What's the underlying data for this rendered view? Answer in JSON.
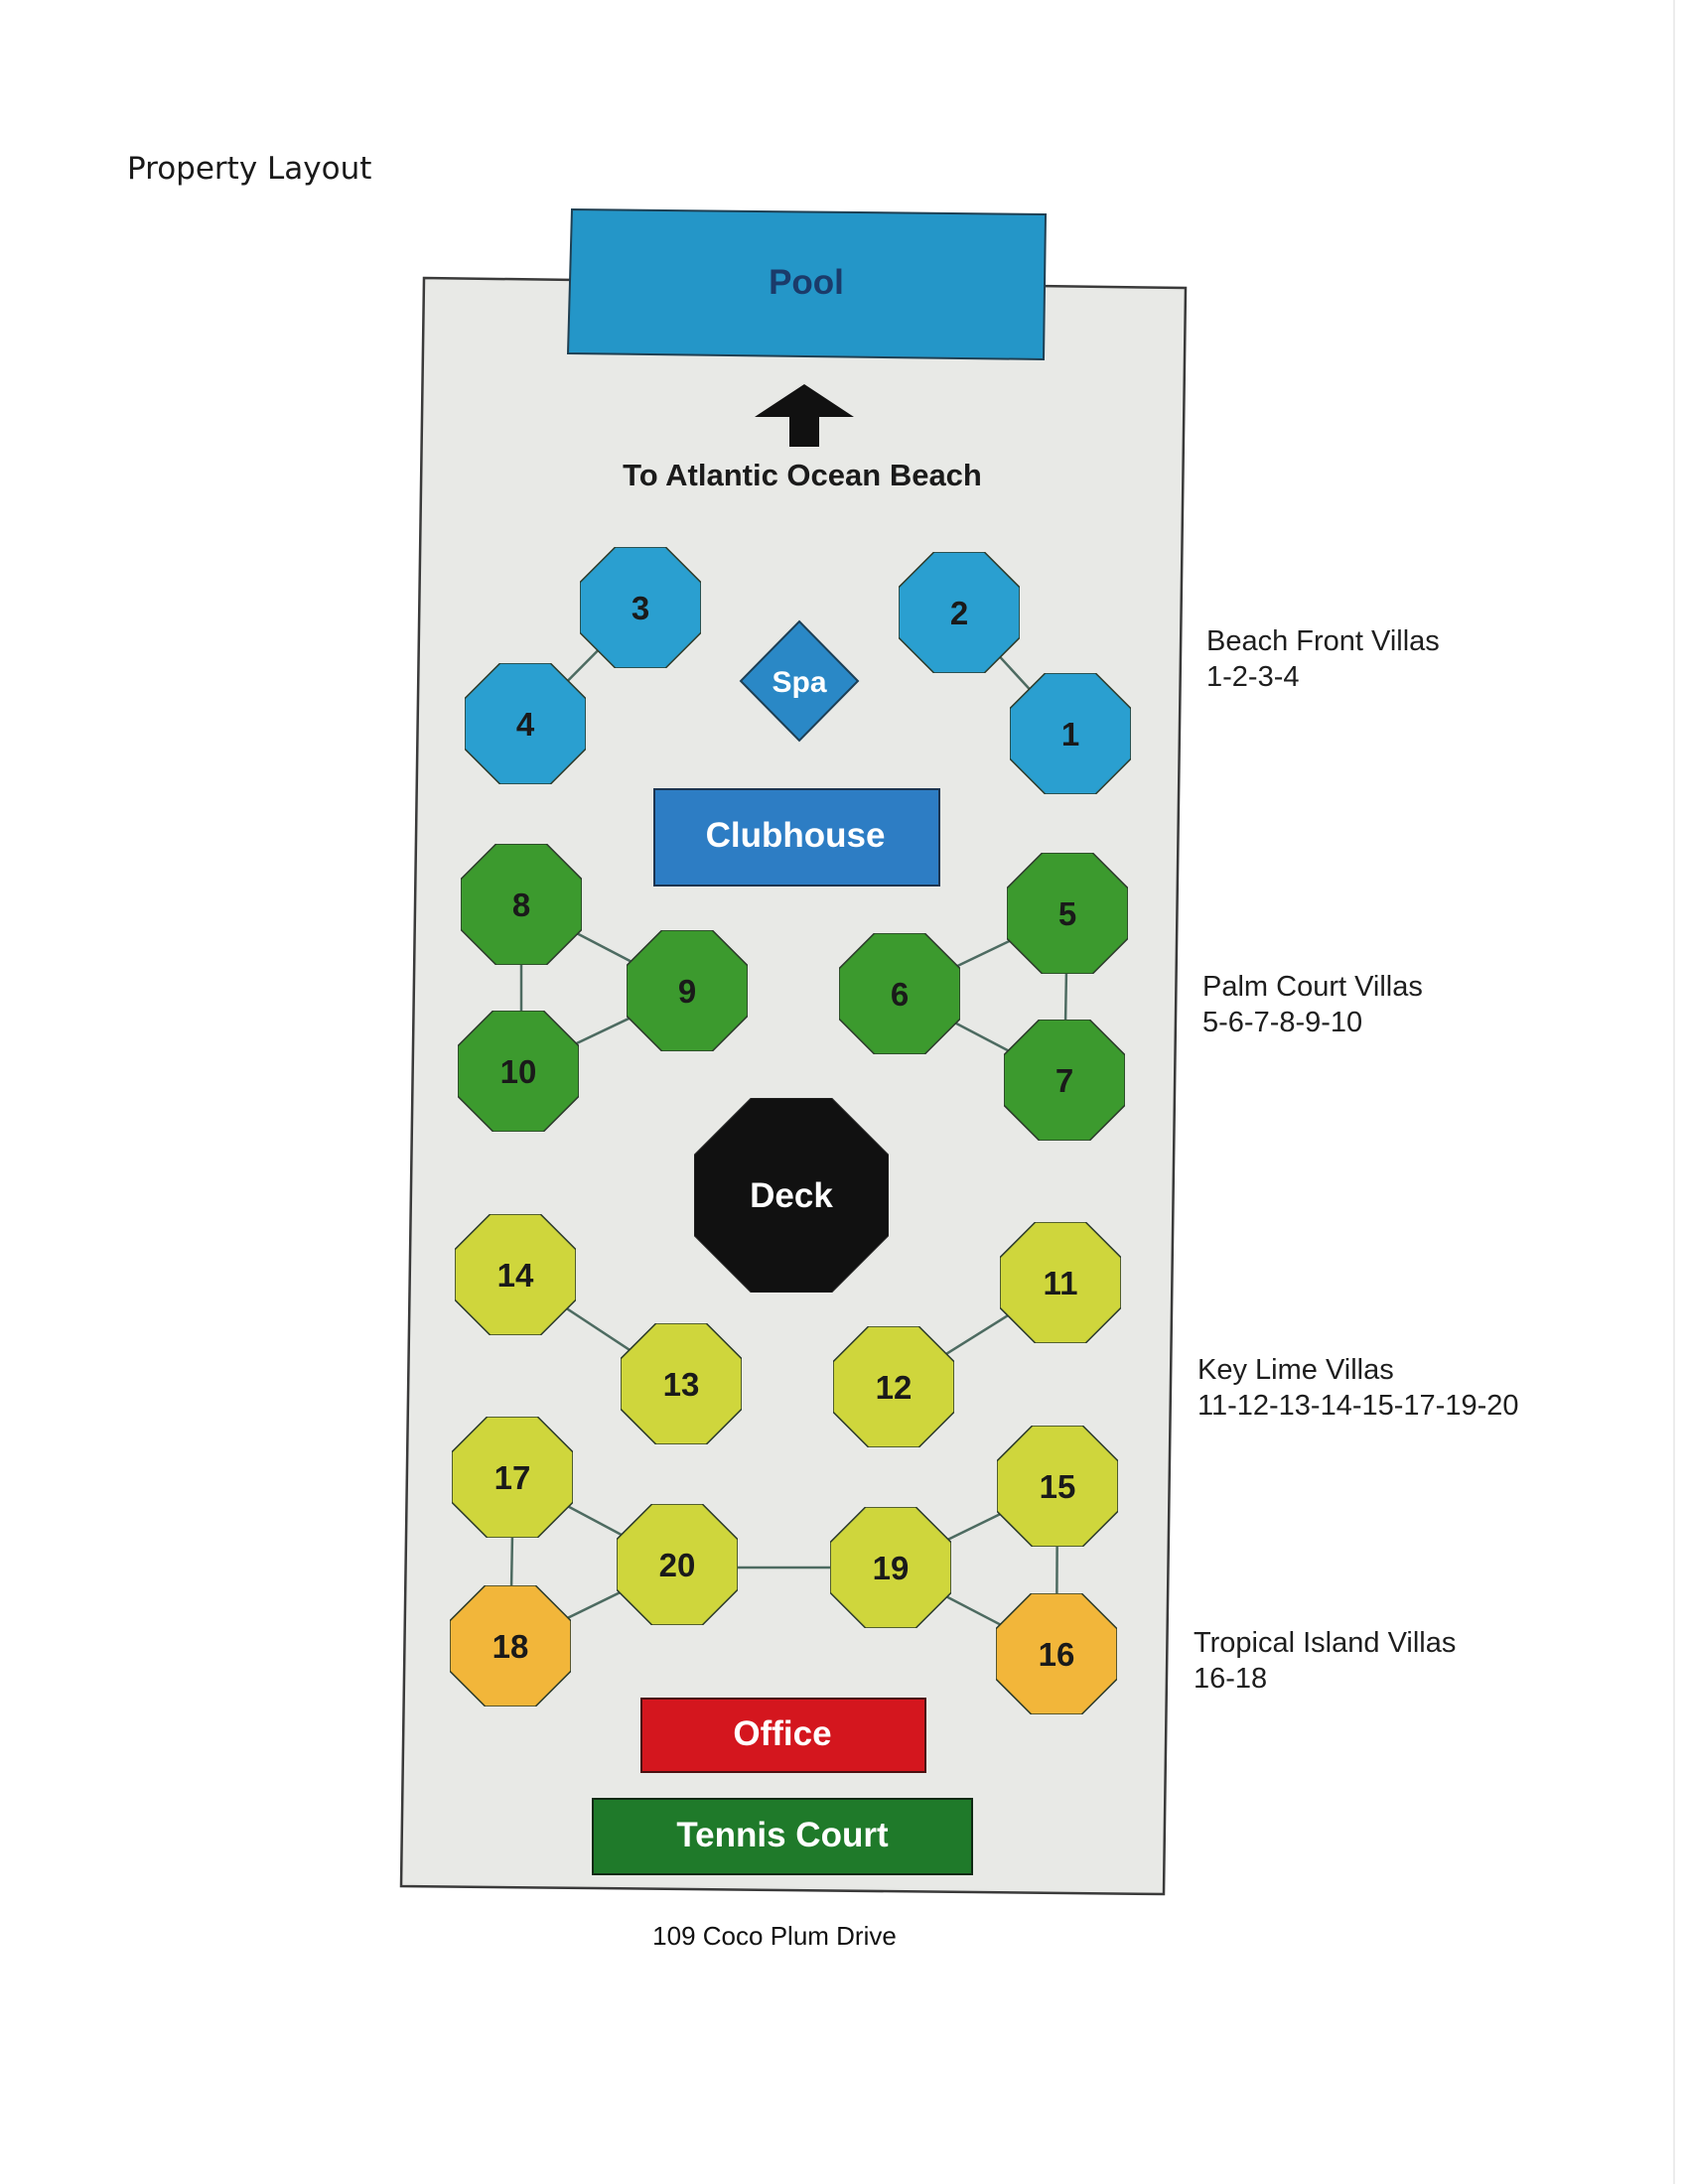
{
  "page": {
    "title": "Property Layout",
    "address": "109 Coco Plum Drive"
  },
  "colors": {
    "ground": "#e8e9e6",
    "pool": "#2496c8",
    "beach_front": "#2a9fd0",
    "spa": "#2a88c6",
    "clubhouse": "#2d7dc4",
    "palm_court": "#3c9a2e",
    "deck": "#111111",
    "key_lime": "#cfd63c",
    "tropical_island": "#f2b63a",
    "office": "#d4161e",
    "tennis": "#1f7a2a"
  },
  "amenities": {
    "pool": "Pool",
    "beach_direction": "To Atlantic Ocean Beach",
    "spa": "Spa",
    "clubhouse": "Clubhouse",
    "deck": "Deck",
    "office": "Office",
    "tennis": "Tennis Court"
  },
  "villas": [
    {
      "id": "1",
      "group": "beach_front"
    },
    {
      "id": "2",
      "group": "beach_front"
    },
    {
      "id": "3",
      "group": "beach_front"
    },
    {
      "id": "4",
      "group": "beach_front"
    },
    {
      "id": "5",
      "group": "palm_court"
    },
    {
      "id": "6",
      "group": "palm_court"
    },
    {
      "id": "7",
      "group": "palm_court"
    },
    {
      "id": "8",
      "group": "palm_court"
    },
    {
      "id": "9",
      "group": "palm_court"
    },
    {
      "id": "10",
      "group": "palm_court"
    },
    {
      "id": "11",
      "group": "key_lime"
    },
    {
      "id": "12",
      "group": "key_lime"
    },
    {
      "id": "13",
      "group": "key_lime"
    },
    {
      "id": "14",
      "group": "key_lime"
    },
    {
      "id": "15",
      "group": "key_lime"
    },
    {
      "id": "16",
      "group": "tropical_island"
    },
    {
      "id": "17",
      "group": "key_lime"
    },
    {
      "id": "18",
      "group": "tropical_island"
    },
    {
      "id": "19",
      "group": "key_lime"
    },
    {
      "id": "20",
      "group": "key_lime"
    }
  ],
  "legend": [
    {
      "name": "Beach Front Villas",
      "units": "1-2-3-4"
    },
    {
      "name": "Palm Court Villas",
      "units": "5-6-7-8-9-10"
    },
    {
      "name": "Key Lime Villas",
      "units": "11-12-13-14-15-17-19-20"
    },
    {
      "name": "Tropical Island Villas",
      "units": "16-18"
    }
  ]
}
